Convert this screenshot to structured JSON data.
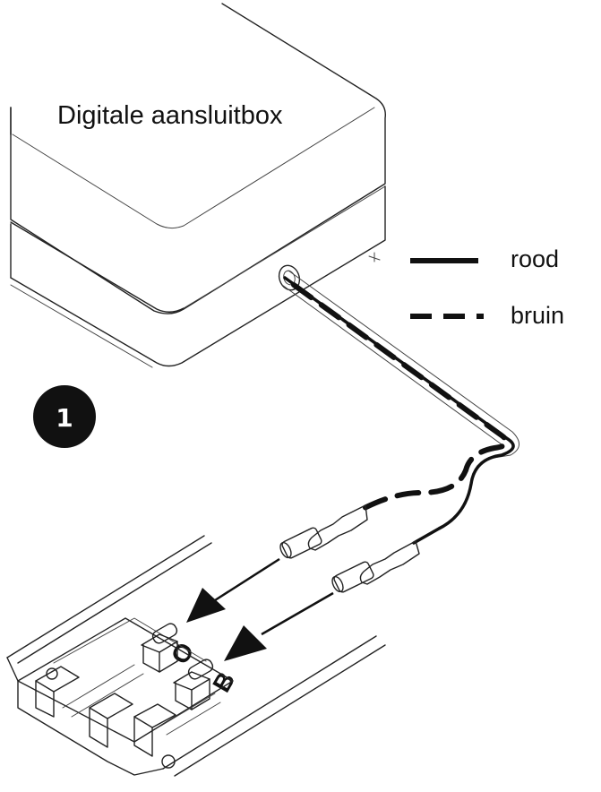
{
  "device_label": "Digitale aansluitbox",
  "legend": {
    "items": [
      {
        "label": "rood",
        "style": "solid"
      },
      {
        "label": "bruin",
        "style": "dashed"
      }
    ]
  },
  "step_marker": "1",
  "terminals": {
    "top": "O",
    "bottom": "B"
  },
  "colors": {
    "line": "#111111",
    "background": "#ffffff"
  }
}
